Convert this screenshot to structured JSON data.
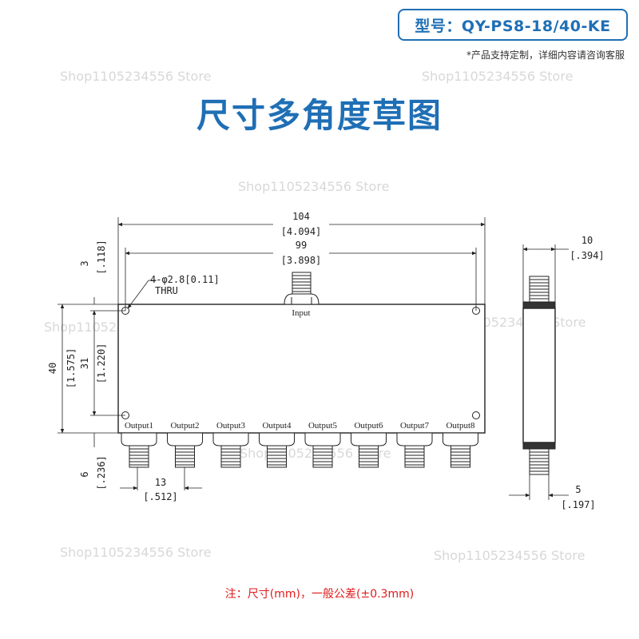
{
  "header": {
    "model": "型号：QY-PS8-18/40-KE",
    "subtitle": "*产品支持定制，详细内容请咨询客服"
  },
  "title": "尺寸多角度草图",
  "watermark": "Shop1105234556 Store",
  "drawing": {
    "front": {
      "overall_width": "104",
      "overall_width_in": "[4.094]",
      "hole_spacing": "99",
      "hole_spacing_in": "[3.898]",
      "hole_note_1": "4-φ2.8[0.11]",
      "hole_note_2": "THRU",
      "top_offset": "3",
      "top_offset_in": "[.118]",
      "height": "40",
      "height_in": "[1.575]",
      "hole_vertical": "31",
      "hole_vertical_in": "[1.220]",
      "bottom_offset": "6",
      "bottom_offset_in": "[.236]",
      "pitch": "13",
      "pitch_in": "[.512]",
      "input_label": "Input",
      "outputs": [
        "Output1",
        "Output2",
        "Output3",
        "Output4",
        "Output5",
        "Output6",
        "Output7",
        "Output8"
      ]
    },
    "side": {
      "thickness": "10",
      "thickness_in": "[.394]",
      "connector_offset": "5",
      "connector_offset_in": "[.197]"
    }
  },
  "note": "注：尺寸(mm)，一般公差(±0.3mm)"
}
